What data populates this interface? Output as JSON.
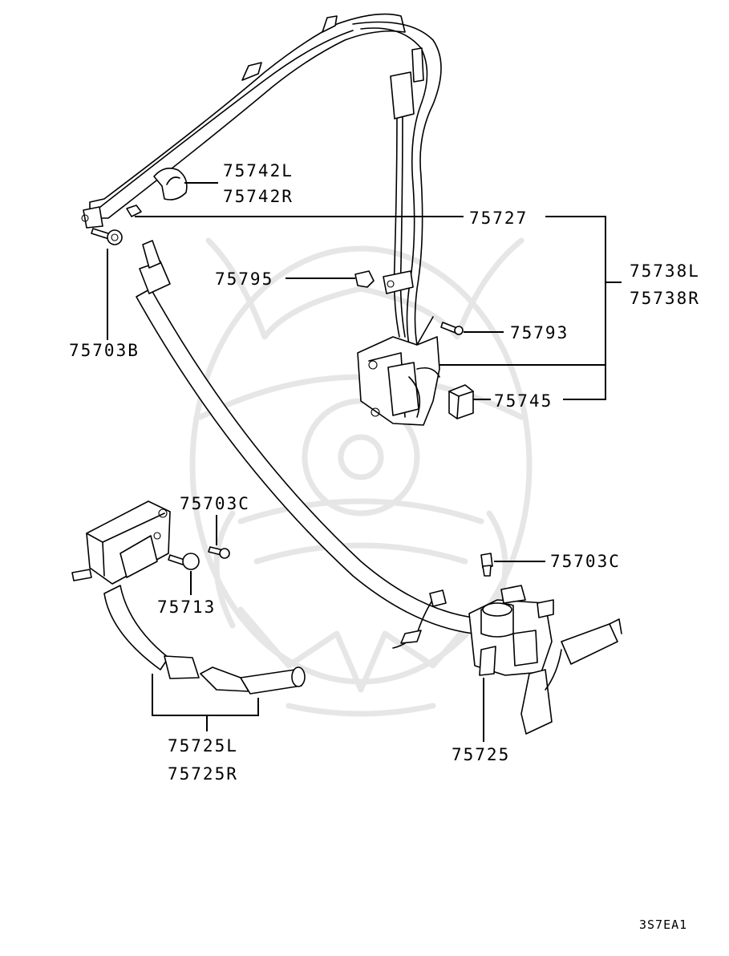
{
  "diagram": {
    "part_labels": {
      "p75742": [
        "75742L",
        "75742R"
      ],
      "p75727": "75727",
      "p75738": [
        "75738L",
        "75738R"
      ],
      "p75795": "75795",
      "p75793": "75793",
      "p75745": "75745",
      "p75703B": "75703B",
      "p75703C_top": "75703C",
      "p75713": "75713",
      "p75703C_right": "75703C",
      "p75725": "75725",
      "p75725LR": [
        "75725L",
        "75725R"
      ]
    },
    "figure_code": "3S7EA1"
  }
}
